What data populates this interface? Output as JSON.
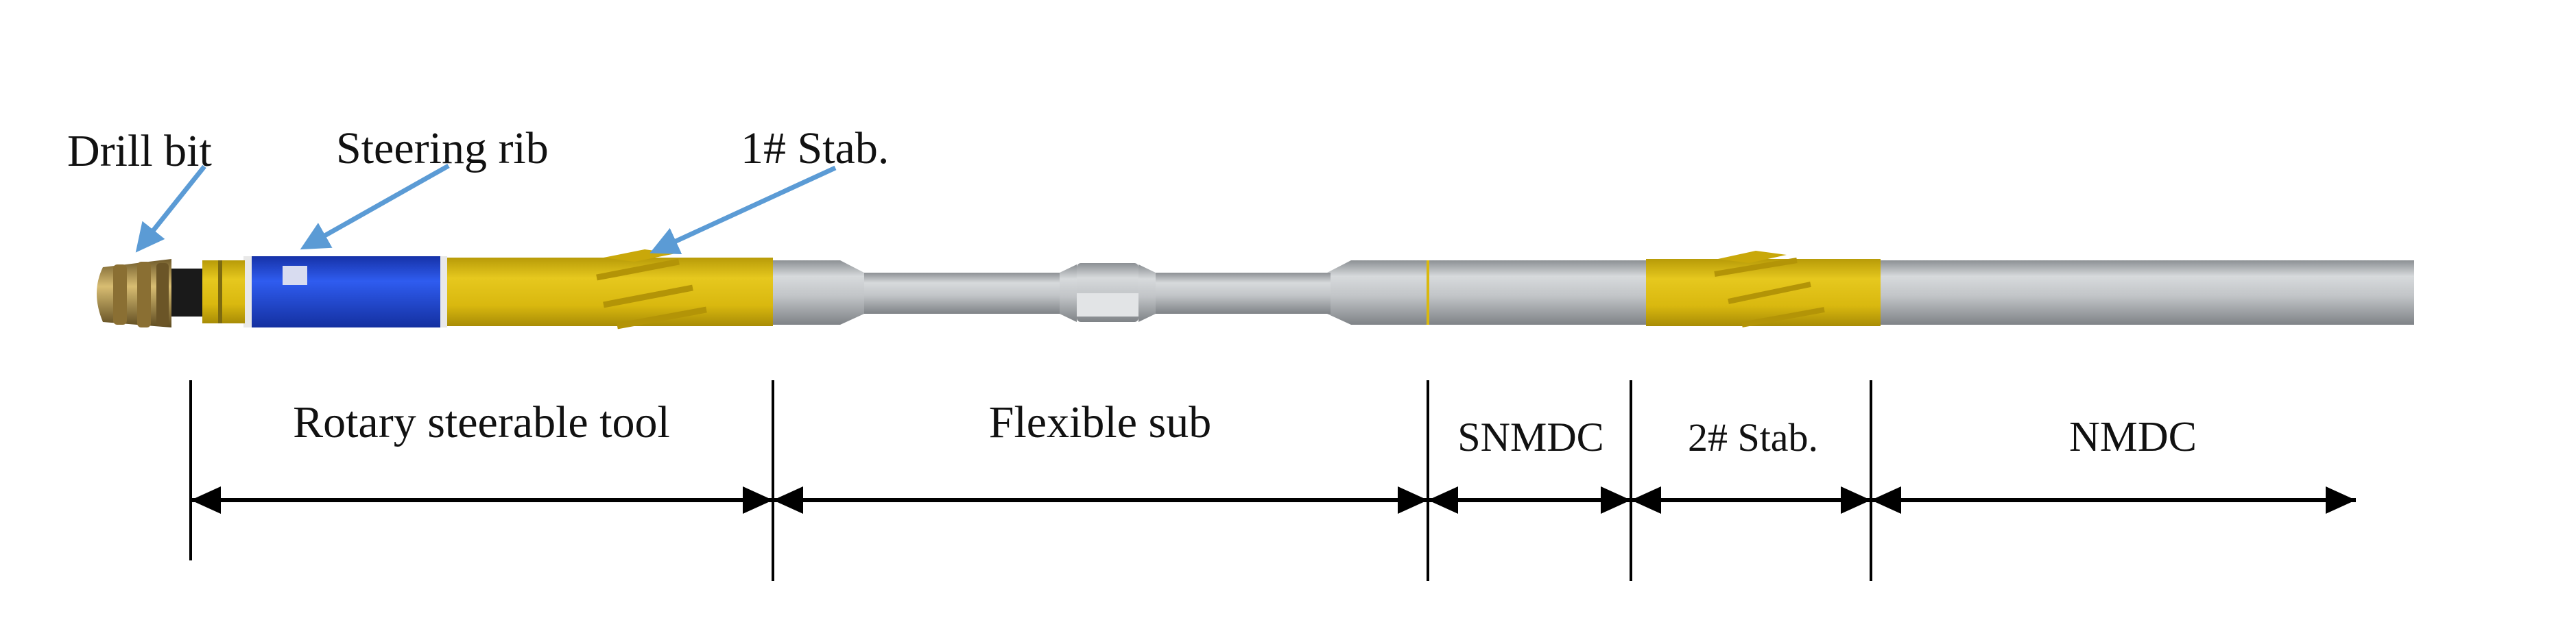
{
  "callouts": [
    {
      "id": "drill-bit",
      "label": "Drill bit"
    },
    {
      "id": "steering-rib",
      "label": "Steering rib"
    },
    {
      "id": "stab-1",
      "label": "1# Stab."
    }
  ],
  "sections": [
    {
      "id": "rotary-steerable-tool",
      "label": "Rotary steerable tool"
    },
    {
      "id": "flexible-sub",
      "label": "Flexible sub"
    },
    {
      "id": "snmdc",
      "label": "SNMDC"
    },
    {
      "id": "stab-2",
      "label": "2# Stab."
    },
    {
      "id": "nmdc",
      "label": "NMDC"
    }
  ],
  "colors": {
    "arrow_callout": "#5b9bd5",
    "steel": "#a9adb1",
    "stabilizer_yellow": "#d9b80f",
    "steering_blue": "#1f45d8",
    "bit_gold": "#b08a3c",
    "dimension_line": "#000000"
  }
}
